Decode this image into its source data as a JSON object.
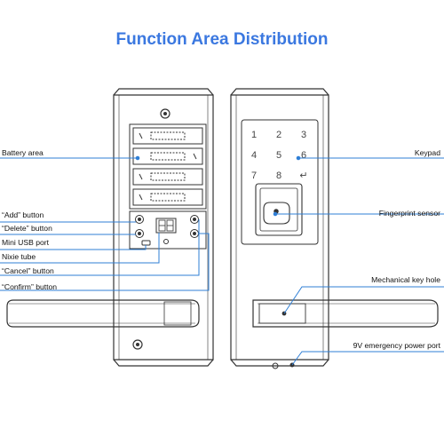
{
  "title": "Function Area Distribution",
  "left_labels": {
    "battery_area": "Battery area",
    "add_button": "“Add” button",
    "delete_button": "“Delete” button",
    "mini_usb": "Mini USB port",
    "nixie_tube": "Nixie tube",
    "cancel_button": "“Cancel” button",
    "confirm_button": "“Confirm” button"
  },
  "right_labels": {
    "keypad": "Keypad",
    "fingerprint": "Fingerprint sensor",
    "key_hole": "Mechanical key hole",
    "power_port": "9V emergency power port"
  },
  "keypad_keys": [
    "1",
    "2",
    "3",
    "4",
    "5",
    "6",
    "7",
    "8",
    "↵"
  ],
  "colors": {
    "title": "#3b78e0",
    "leader": "#2f7fd6",
    "outline": "#333333"
  }
}
